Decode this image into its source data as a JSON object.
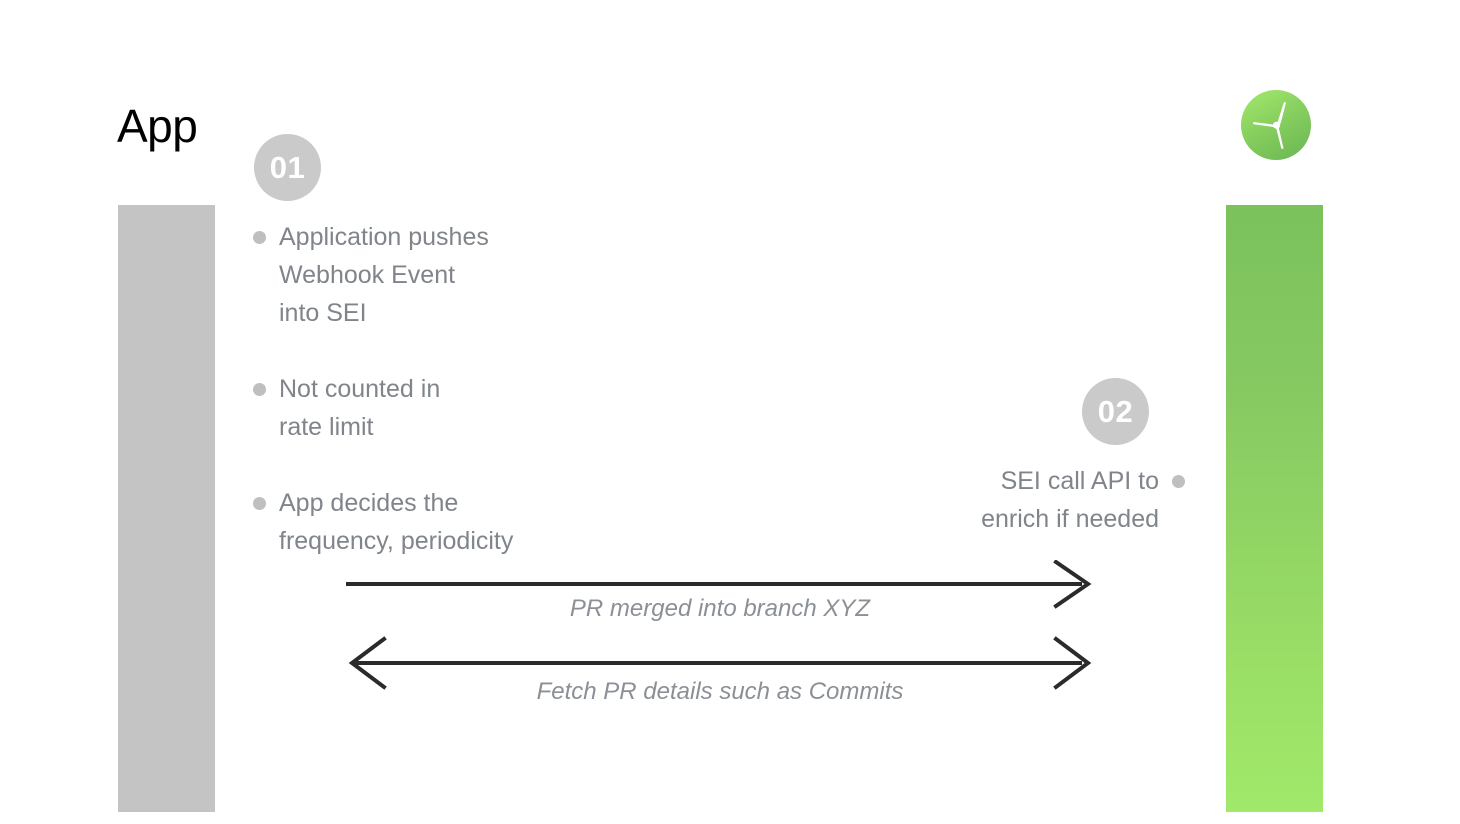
{
  "slide": {
    "title": "App",
    "background_color": "#ffffff"
  },
  "left_lane": {
    "label": "App",
    "bar_color": "#c4c4c4",
    "step_badge": "01",
    "bullets": [
      "Application pushes\nWebhook Event\ninto SEI",
      "Not counted in\nrate limit",
      "App decides the\nfrequency, periodicity"
    ]
  },
  "right_lane": {
    "logo_icon": "sei-propeller-logo-icon",
    "bar_gradient_top": "#7bc25c",
    "bar_gradient_bottom": "#a0e96a",
    "step_badge": "02",
    "bullets": [
      "SEI call API to\nenrich if needed"
    ]
  },
  "arrows": [
    {
      "name": "webhook-event-arrow",
      "label": "PR merged into branch XYZ",
      "direction": "right"
    },
    {
      "name": "api-enrichment-arrow",
      "label": "Fetch PR details such as Commits",
      "direction": "both"
    }
  ],
  "colors": {
    "badge_gray": "#cacaca",
    "bullet_gray": "#bfbfbf",
    "body_text": "#80858b",
    "label_text": "#8b9096",
    "arrow_stroke": "#2b2b2b"
  }
}
